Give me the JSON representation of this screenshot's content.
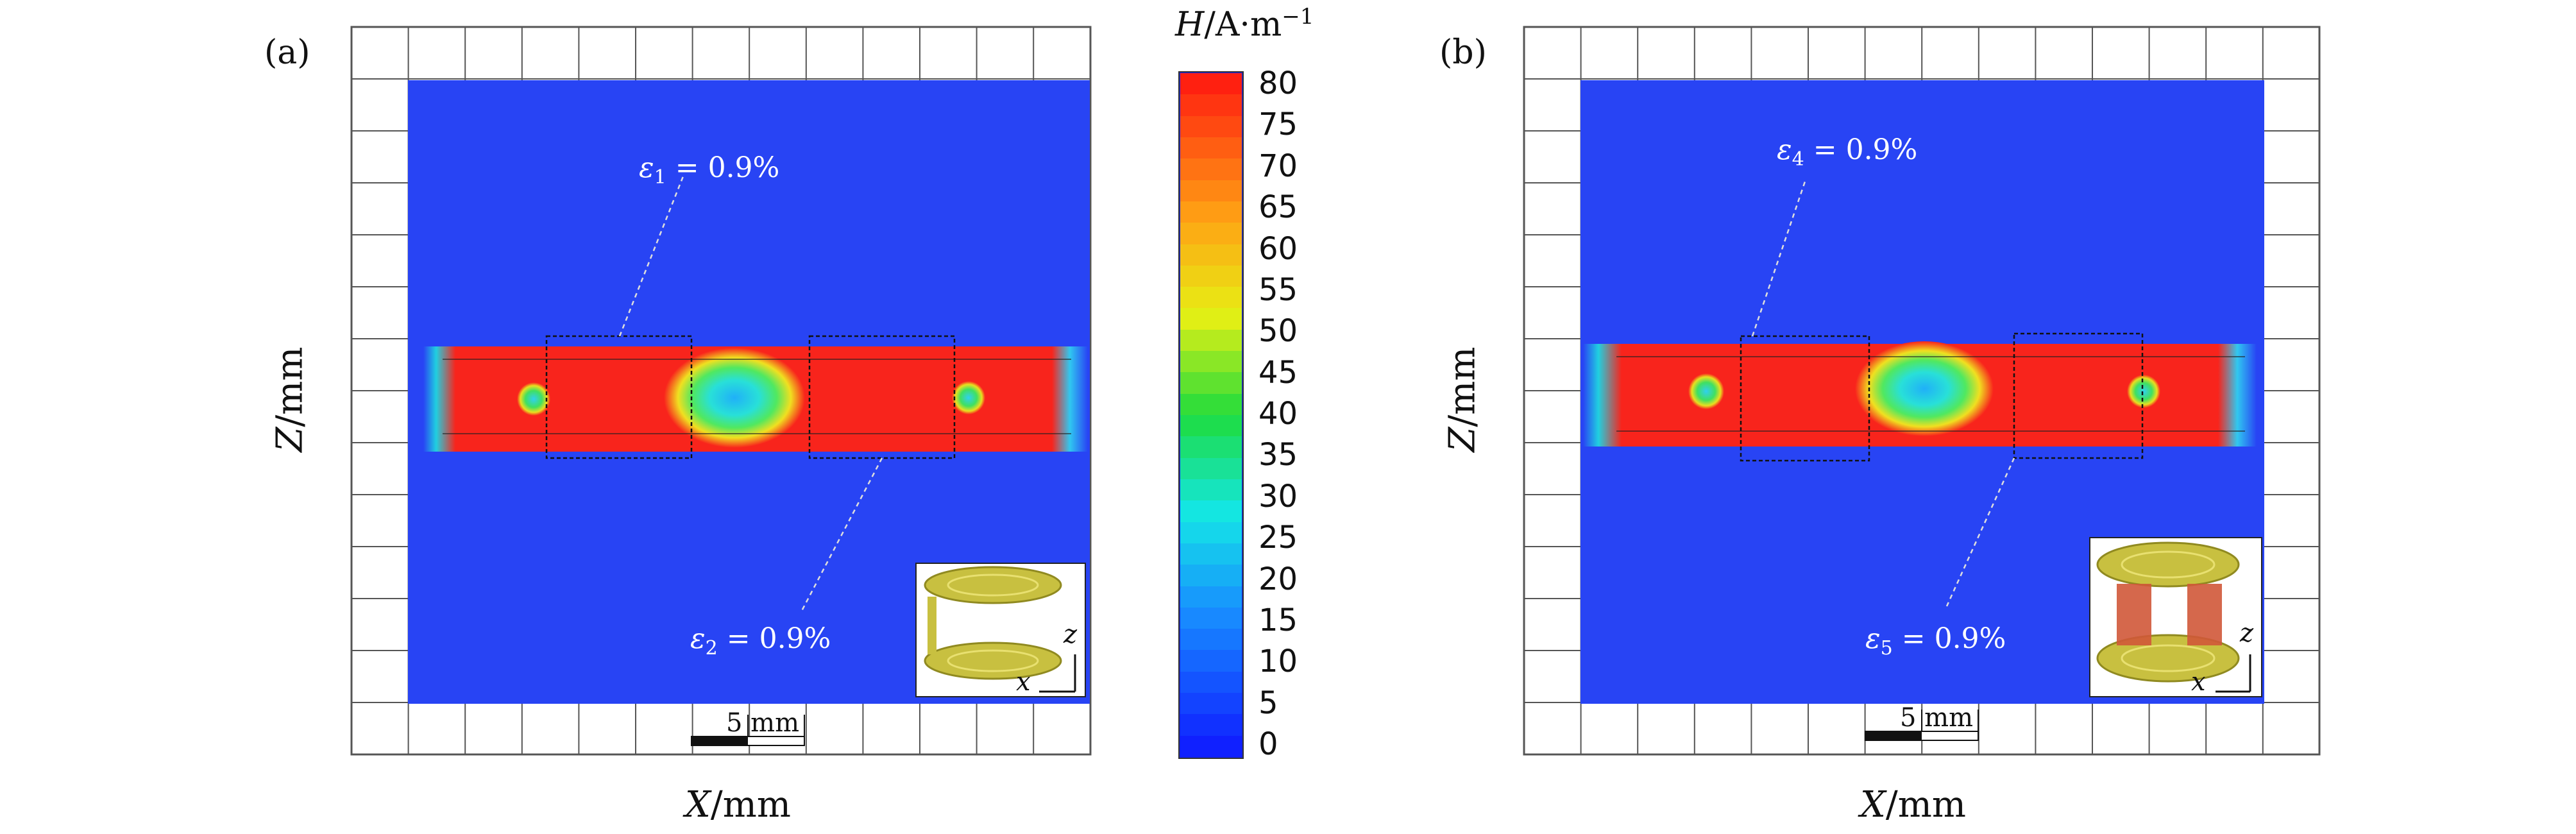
{
  "panels": [
    {
      "id": "a",
      "letter": "(a)",
      "strain_top": {
        "symbol": "ε",
        "subscript": "1",
        "value": "= 0.9%"
      },
      "strain_bottom": {
        "symbol": "ε",
        "subscript": "2",
        "value": "= 0.9%"
      },
      "inset": "two-coils"
    },
    {
      "id": "b",
      "letter": "(b)",
      "strain_top": {
        "symbol": "ε",
        "subscript": "4",
        "value": "= 0.9%"
      },
      "strain_bottom": {
        "symbol": "ε",
        "subscript": "5",
        "value": "= 0.9%"
      },
      "inset": "two-coils-with-magnets"
    }
  ],
  "axes": {
    "x_var": "X",
    "x_unit": "/mm",
    "z_var": "Z",
    "z_unit": "/mm"
  },
  "scale_bar": {
    "label": "5 mm"
  },
  "inset_axes": {
    "x": "x",
    "z": "z"
  },
  "colorbar": {
    "var": "H",
    "unit": "/A·m",
    "unit_exp": "−1",
    "ticks": [
      "80",
      "75",
      "70",
      "65",
      "60",
      "55",
      "50",
      "45",
      "40",
      "35",
      "30",
      "25",
      "20",
      "15",
      "10",
      "5",
      "0"
    ],
    "colors": {
      "high": "#ff2010",
      "low": "#1020ff"
    }
  },
  "colors": {
    "background_field": "#2844f4",
    "high_field": "#f8241c",
    "grid": "#555555"
  }
}
